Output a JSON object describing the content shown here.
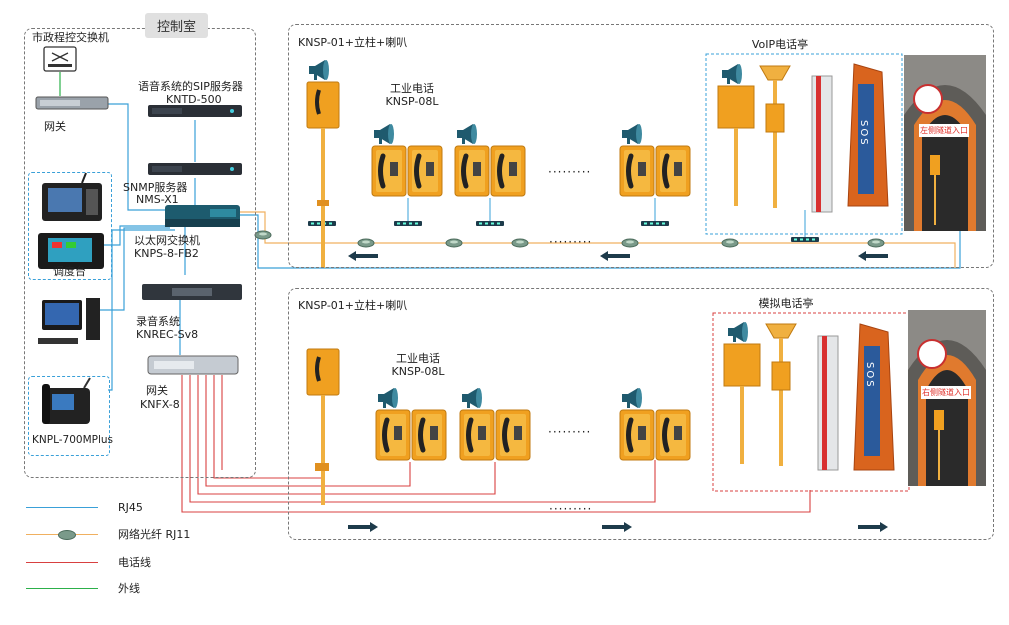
{
  "control_room": {
    "title": "控制室",
    "city_exchange": "市政程控交换机",
    "gateway_top": "网关",
    "sip_server": "语音系统的SIP服务器",
    "sip_model": "KNTD-500",
    "snmp_server": "SNMP服务器",
    "snmp_model": "NMS-X1",
    "switch": "以太网交换机",
    "switch_model": "KNPS-8-FB2",
    "dispatch": "调度台",
    "recorder": "录音系统",
    "recorder_model": "KNREC-Sv8",
    "gateway_bottom": "网关",
    "gateway_bottom_model": "KNFX-8",
    "desk_phone": "KNPL-700MPlus"
  },
  "upper_zone": {
    "title": "KNSP-01+立柱+喇叭",
    "phone_label": "工业电话",
    "phone_model": "KNSP-08L",
    "booth_title": "VoIP电话亭",
    "ellipsis": "·········",
    "tunnel_sign": "左侧隧道入口"
  },
  "lower_zone": {
    "title": "KNSP-01+立柱+喇叭",
    "phone_label": "工业电话",
    "phone_model": "KNSP-08L",
    "booth_title": "模拟电话亭",
    "ellipsis": "·········",
    "tunnel_sign": "右侧隧道入口"
  },
  "booth_text": "SOS",
  "legend": [
    {
      "label": "RJ45",
      "color": "#3aa0d8"
    },
    {
      "label": "网络光纤 RJ11",
      "color": "#f0b060"
    },
    {
      "label": "电话线",
      "color": "#d84040"
    },
    {
      "label": "外线",
      "color": "#2cb04a"
    }
  ],
  "colors": {
    "rj45": "#3aa0d8",
    "fiber": "#f0b060",
    "phone_line": "#d84040",
    "external": "#2cb04a",
    "phone_body": "#f0a020",
    "booth_orange": "#d9641e"
  },
  "icons": [
    "exchange-icon",
    "gateway-icon",
    "server-icon",
    "switch-icon",
    "dispatch-console-icon",
    "pc-icon",
    "desk-phone-icon",
    "speaker-icon",
    "industrial-phone-icon",
    "fiber-converter-icon",
    "arrow-icon",
    "tunnel-icon"
  ]
}
